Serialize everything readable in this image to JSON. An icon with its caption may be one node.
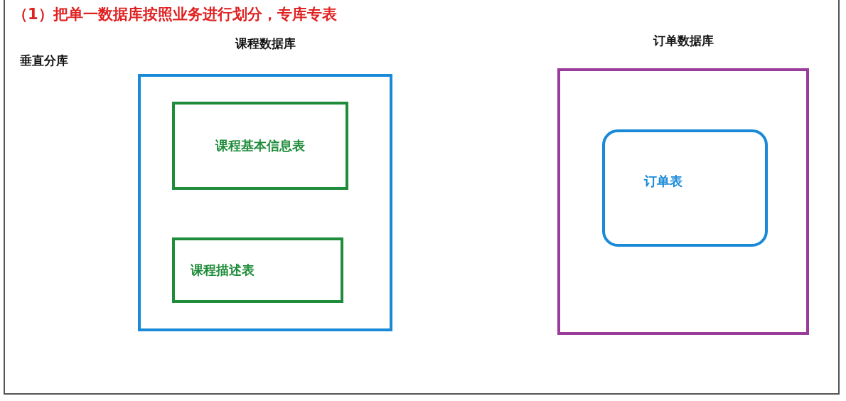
{
  "diagram": {
    "title": "（1）把单一数据库按照业务进行划分，专库专表",
    "nodes": [
      {
        "text": [
          "课程数据库"
        ]
      },
      {
        "text": [
          "课程基本信息表"
        ],
        "in": 0
      },
      {
        "text": [
          "课程描述表"
        ],
        "in": 0
      },
      {
        "text": [
          "订单数据库"
        ]
      },
      {
        "text": [
          "订单表"
        ],
        "in": 3
      }
    ],
    "labels": [
      "垂直分库"
    ]
  }
}
